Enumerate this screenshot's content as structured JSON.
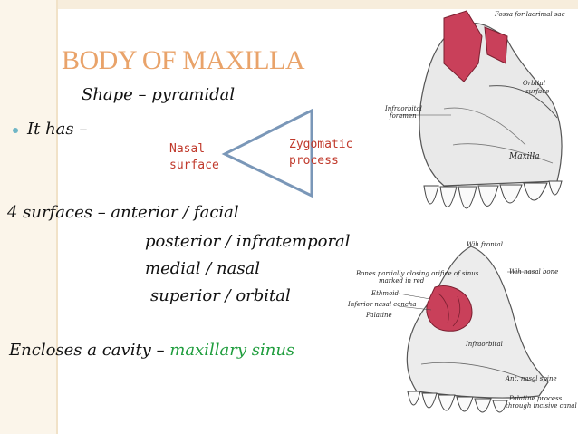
{
  "slide": {
    "title": "BODY OF MAXILLA",
    "shape_line": "Shape – pyramidal",
    "it_has": "It has –",
    "nasal_surface": [
      "Nasal",
      "surface"
    ],
    "zygomatic_process": [
      "Zygomatic",
      "process"
    ],
    "surfaces": [
      "4 surfaces – anterior / facial",
      "posterior / infratemporal",
      "medial / nasal",
      "superior / orbital"
    ],
    "encloses_prefix": "Encloses a cavity – ",
    "encloses_highlight": "maxillary sinus"
  },
  "figure_top": {
    "captions": [
      "Fossa for lacrimal sac",
      "Infraorbital",
      "foramen",
      "Orbital",
      "surface",
      "Maxilla"
    ]
  },
  "figure_bottom": {
    "captions": [
      "Wih frontal",
      "Bones partially closing orifice of sinus",
      "marked in red",
      "Wih nasal bone",
      "Ethmoid",
      "Inferior nasal concha",
      "Palatine",
      "Infraorbital",
      "Ant. nasal spine",
      "Palatine process",
      "through incisive canal"
    ]
  },
  "colors": {
    "title": "#e9a36a",
    "label_red": "#c0392b",
    "highlight_green": "#1f9d3d",
    "bullet": "#6fb6c6",
    "bone_red": "#c9405a"
  }
}
